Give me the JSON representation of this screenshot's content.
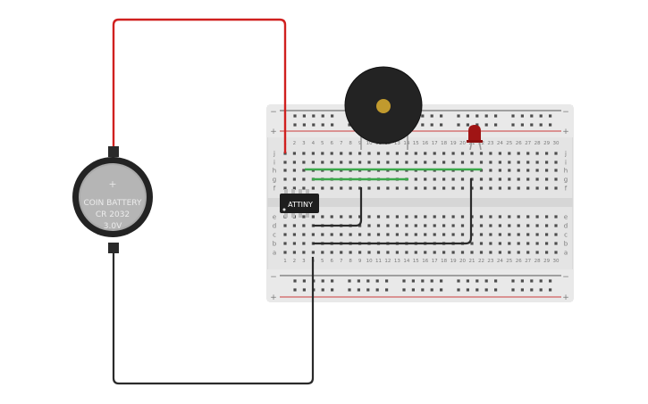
{
  "battery": {
    "line1": "COIN BATTERY",
    "line2": "CR 2032",
    "line3": "3.0V"
  },
  "chip": {
    "label": "ATTINY"
  },
  "breadboard": {
    "columns": 30,
    "rails_sign_minus": "−",
    "rails_sign_plus": "+",
    "row_letters_top": [
      "j",
      "i",
      "h",
      "g",
      "f"
    ],
    "row_letters_bottom": [
      "e",
      "d",
      "c",
      "b",
      "a"
    ]
  },
  "colors": {
    "wire_red": "#d0201f",
    "wire_black": "#2a2a2a",
    "wire_green": "#3aa84a",
    "board": "#e6e6e6",
    "rail_red": "#cc3b3b",
    "rail_dark": "#555555",
    "led": "#a01414",
    "buzzer_body": "#222222",
    "buzzer_center": "#c19a2e"
  }
}
